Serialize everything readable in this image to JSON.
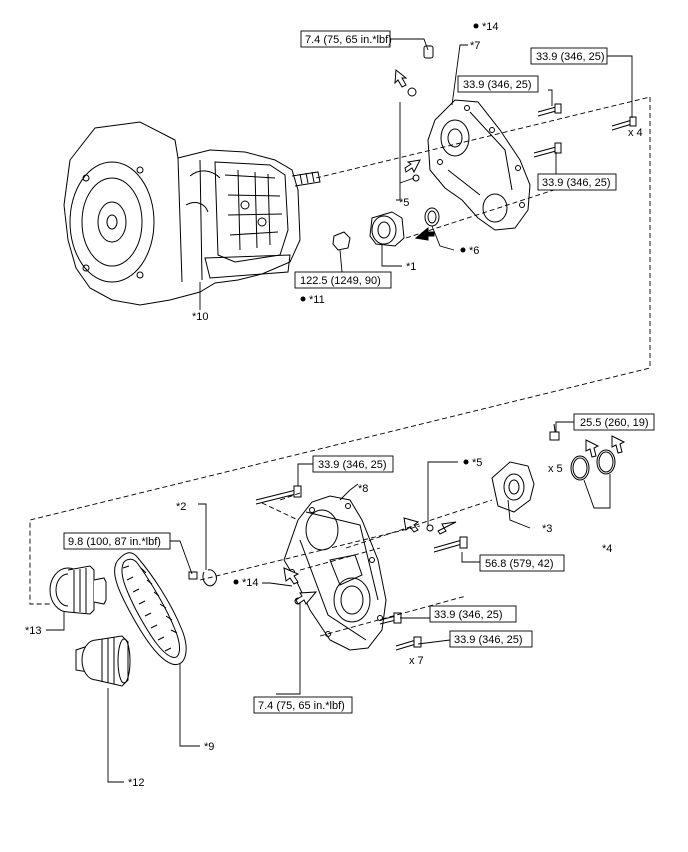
{
  "callouts": [
    {
      "id": "c14a",
      "text": "*14"
    },
    {
      "id": "c7",
      "text": "*7"
    },
    {
      "id": "c5a",
      "text": "*5"
    },
    {
      "id": "c6",
      "text": "*6"
    },
    {
      "id": "c1",
      "text": "*1"
    },
    {
      "id": "c11",
      "text": "*11"
    },
    {
      "id": "c10",
      "text": "*10"
    },
    {
      "id": "c5b",
      "text": "*5"
    },
    {
      "id": "c8",
      "text": "*8"
    },
    {
      "id": "c3",
      "text": "*3"
    },
    {
      "id": "c4",
      "text": "*4"
    },
    {
      "id": "c2",
      "text": "*2"
    },
    {
      "id": "c14b",
      "text": "*14"
    },
    {
      "id": "c13",
      "text": "*13"
    },
    {
      "id": "c9",
      "text": "*9"
    },
    {
      "id": "c12",
      "text": "*12"
    }
  ],
  "torque_boxes": [
    {
      "id": "t1",
      "text": "7.4 (75, 65 in.*lbf)"
    },
    {
      "id": "t2",
      "text": "33.9 (346, 25)"
    },
    {
      "id": "t3",
      "text": "33.9 (346, 25)"
    },
    {
      "id": "t4",
      "text": "33.9 (346, 25)"
    },
    {
      "id": "t5",
      "text": "122.5 (1249, 90)"
    },
    {
      "id": "t6",
      "text": "25.5 (260, 19)"
    },
    {
      "id": "t7",
      "text": "33.9 (346, 25)"
    },
    {
      "id": "t8",
      "text": "9.8 (100, 87 in.*lbf)"
    },
    {
      "id": "t9",
      "text": "56.8 (579, 42)"
    },
    {
      "id": "t10",
      "text": "33.9 (346, 25)"
    },
    {
      "id": "t11",
      "text": "33.9 (346, 25)"
    },
    {
      "id": "t12",
      "text": "7.4 (75, 65 in.*lbf)"
    }
  ],
  "quantities": [
    {
      "id": "q1",
      "text": "x 4"
    },
    {
      "id": "q2",
      "text": "x 5"
    },
    {
      "id": "q3",
      "text": "x 7"
    }
  ]
}
